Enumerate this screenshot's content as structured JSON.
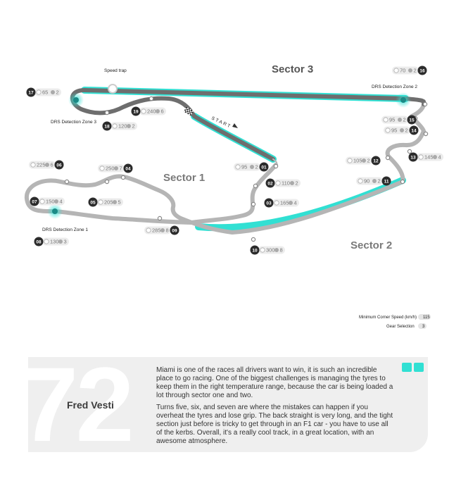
{
  "sectors": {
    "s1": "Sector 1",
    "s2": "Sector 2",
    "s3": "Sector 3"
  },
  "labels": {
    "speed_trap": "Speed trap",
    "start": "START",
    "drs1": "DRS Detection Zone 1",
    "drs2": "DRS Detection Zone 2",
    "drs3": "DRS Detection Zone 3"
  },
  "legend": {
    "min_speed": "Minimum Corner Speed (km/h)",
    "min_speed_example": "115",
    "gear": "Gear Selection",
    "gear_example": "3"
  },
  "turns": [
    {
      "num": "01",
      "speed": "95",
      "gear": "2"
    },
    {
      "num": "02",
      "speed": "110",
      "gear": "2"
    },
    {
      "num": "03",
      "speed": "165",
      "gear": "4"
    },
    {
      "num": "04",
      "speed": "250",
      "gear": "7"
    },
    {
      "num": "05",
      "speed": "205",
      "gear": "5"
    },
    {
      "num": "06",
      "speed": "225",
      "gear": "6"
    },
    {
      "num": "07",
      "speed": "150",
      "gear": "4"
    },
    {
      "num": "08",
      "speed": "130",
      "gear": "3"
    },
    {
      "num": "09",
      "speed": "285",
      "gear": "8"
    },
    {
      "num": "10",
      "speed": "300",
      "gear": "8"
    },
    {
      "num": "11",
      "speed": "90",
      "gear": "2"
    },
    {
      "num": "12",
      "speed": "105",
      "gear": "2"
    },
    {
      "num": "13",
      "speed": "145",
      "gear": "4"
    },
    {
      "num": "14",
      "speed": "95",
      "gear": "2"
    },
    {
      "num": "15",
      "speed": "95",
      "gear": "2"
    },
    {
      "num": "16",
      "speed": "70",
      "gear": "2"
    },
    {
      "num": "17",
      "speed": "65",
      "gear": "2"
    },
    {
      "num": "18",
      "speed": "120",
      "gear": "2"
    },
    {
      "num": "19",
      "speed": "240",
      "gear": "6"
    }
  ],
  "driver": {
    "number": "72",
    "name": "Fred Vesti",
    "quote_p1": "Miami is one of the races all drivers want to win, it is such an incredible place to go racing. One of the biggest challenges is managing the tyres to keep them in the right temperature range, because the car is being loaded a lot through sector one and two.",
    "quote_p2": "Turns five, six, and seven are where the mistakes can happen if you overheat the tyres and lose grip. The back straight is very long, and the tight section just before is tricky to get through in an F1 car - you have to use all of the kerbs. Overall, it's a really cool track, in a great location, with an awesome atmosphere."
  },
  "colors": {
    "drs": "#31e0d3",
    "track": "#b5b5b5",
    "track_dark": "#6e6e6e",
    "badge_dark": "#2b2b2b"
  }
}
